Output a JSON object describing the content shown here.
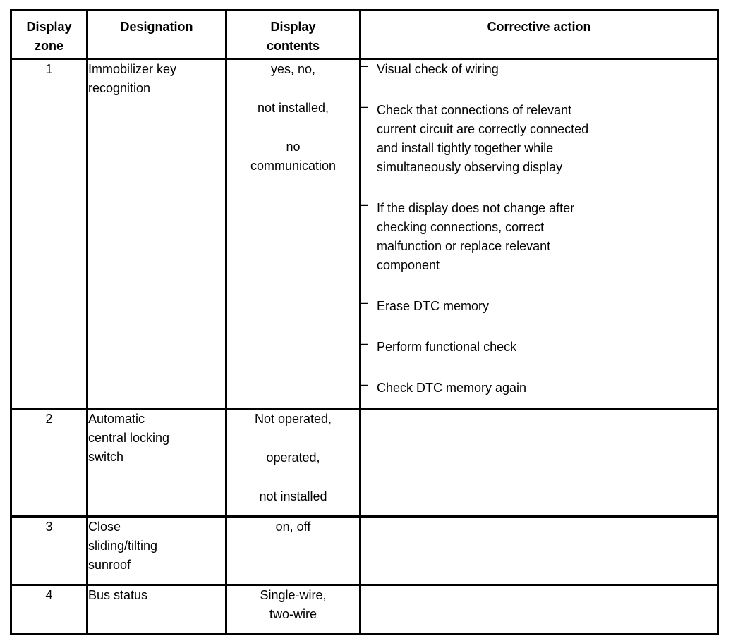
{
  "icons": {
    "dash_bullet": "–"
  },
  "table": {
    "headers": [
      "Display\nzone",
      "Designation",
      "Display\ncontents",
      "Corrective action"
    ],
    "rows": [
      {
        "zone": "1",
        "designation": "Immobilizer key\nrecognition",
        "display_contents": [
          "yes, no,",
          "not installed,",
          "no\ncommunication"
        ],
        "corrective_actions": [
          "Visual check of wiring",
          "Check that connections of relevant\ncurrent circuit are correctly connected\nand install tightly together while\nsimultaneously observing display",
          "If the display does not change after\nchecking connections, correct\nmalfunction or replace relevant\ncomponent",
          "Erase DTC memory",
          "Perform functional check",
          "Check DTC memory again"
        ]
      },
      {
        "zone": "2",
        "designation": "Automatic\ncentral locking\nswitch",
        "display_contents": [
          "Not operated,",
          "operated,",
          "not installed"
        ],
        "corrective_actions": []
      },
      {
        "zone": "3",
        "designation": "Close\nsliding/tilting\nsunroof",
        "display_contents": [
          "on, off"
        ],
        "corrective_actions": []
      },
      {
        "zone": "4",
        "designation": "Bus status",
        "display_contents": [
          "Single-wire,\ntwo-wire"
        ],
        "corrective_actions": []
      }
    ]
  }
}
